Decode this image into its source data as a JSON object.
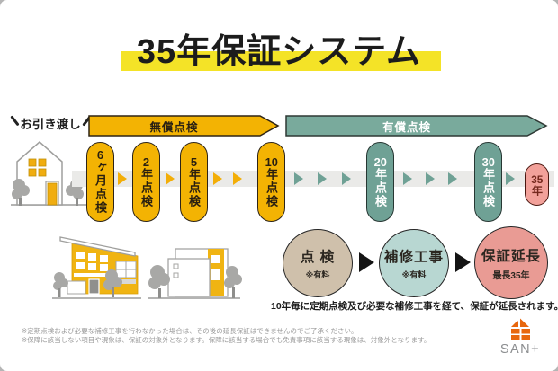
{
  "title": "35年保証システム",
  "handover_label": "お引き渡し",
  "banners": {
    "free_label": "無償点検",
    "paid_label": "有償点検"
  },
  "timeline_pills": [
    {
      "num": "6",
      "rest": "ヶ月点検",
      "type": "free"
    },
    {
      "num": "2",
      "rest": "年点検",
      "type": "free"
    },
    {
      "num": "5",
      "rest": "年点検",
      "type": "free"
    },
    {
      "num": "10",
      "rest": "年点検",
      "type": "free"
    },
    {
      "num": "20",
      "rest": "年点検",
      "type": "paid"
    },
    {
      "num": "30",
      "rest": "年点検",
      "type": "paid"
    },
    {
      "num": "35",
      "rest": "年",
      "type": "end"
    }
  ],
  "process": {
    "steps": [
      {
        "label": "点 検",
        "note": "※有料"
      },
      {
        "label": "補修工事",
        "note": "※有料"
      },
      {
        "label": "保証延長",
        "note": "最長35年"
      }
    ],
    "caption": "10年毎に定期点検及び必要な補修工事を経て、保証が延長されます。"
  },
  "footnotes": [
    "※定期点検および必要な補修工事を行わなかった場合は、その後の延長保証はできませんのでご了承ください。",
    "※保障に該当しない項目や現象は、保証の対象外となります。保障に該当する場合でも免責事項に該当する現象は、対象外となります。"
  ],
  "logo_text": "SAN+",
  "colors": {
    "title_highlight": "#f4e327",
    "free_yellow": "#f3b303",
    "paid_teal": "#6fa195",
    "end_pink": "#f2a19a",
    "step_beige": "#cfc0ab",
    "step_blue": "#b8d7d2",
    "step_pink": "#e99b94",
    "track_gray": "#eaeae8",
    "logo_orange": "#e8670e"
  }
}
